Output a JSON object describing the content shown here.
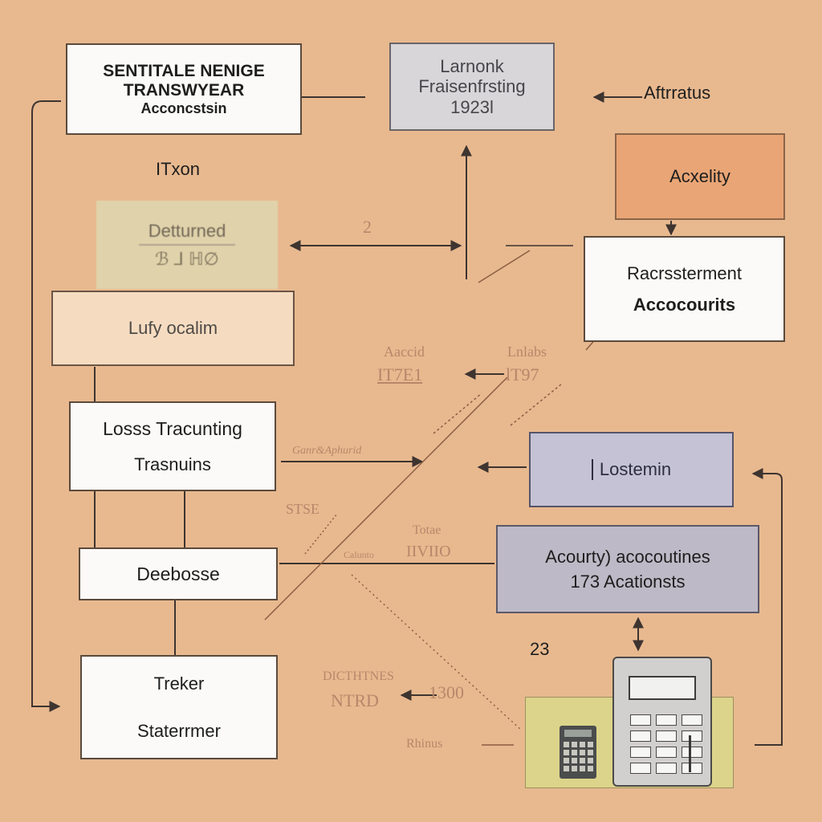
{
  "nodes": {
    "top_left": {
      "lines": [
        "SENTITALE NENIGE",
        "TRANSWYEAR",
        "Acconcstsin"
      ]
    },
    "top_center": {
      "lines": [
        "Larnonk",
        "Fraisenfrsting",
        "1923l"
      ]
    },
    "acxelity": {
      "label": "Acxelity"
    },
    "deturned": {
      "lines": [
        "Detturned",
        "ℬ ⅃ ℍ∅"
      ]
    },
    "accounts_right": {
      "lines": [
        "Racrssterment",
        "Accocourits"
      ]
    },
    "luty": {
      "label": "Lufy ocalim"
    },
    "losss": {
      "lines": [
        "Losss Tracunting",
        "Trasnuins"
      ]
    },
    "lostemin": {
      "label": "Lostemin"
    },
    "deebosse": {
      "label": "Deebosse"
    },
    "accourty": {
      "lines": [
        "Acourty) acocoutines",
        "173  Acationsts"
      ]
    },
    "treker": {
      "lines": [
        "Treker",
        "Staterrmer"
      ]
    }
  },
  "labels": {
    "aftrratus": "Aftrratus",
    "itxon": "ITxon",
    "num23": "23",
    "two": "2",
    "aaccid": "Aaccid",
    "aaccid_sub": "IT7E1",
    "lnlabs": "Lnlabs",
    "lnlabs_sub": "lT97",
    "ganr": "Ganr&Aphurid",
    "sz": "STSE",
    "totae": "Totae",
    "totae_sub": "IIVIIO",
    "calunto": "Calunto",
    "dicthtnes": "DICTHTNES",
    "dicthtnes_sub": "NTRD",
    "t300": "1300",
    "rhinus": "Rhinus"
  }
}
